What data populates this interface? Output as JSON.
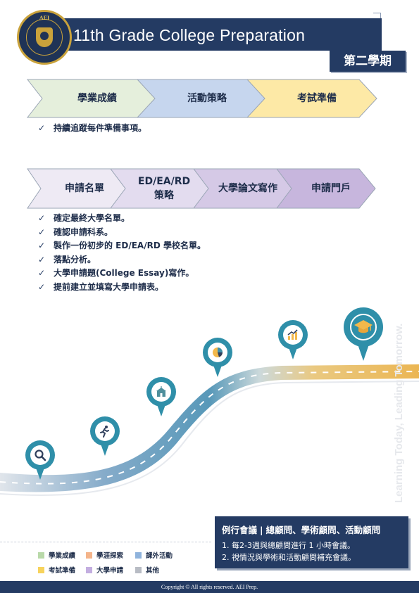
{
  "header": {
    "title": "11th Grade College Preparation",
    "semester_badge": "第二學期",
    "logo_text": "AEI"
  },
  "stage1": {
    "chevrons": [
      {
        "label": "學業成績",
        "color": "#e5efdc"
      },
      {
        "label": "活動策略",
        "color": "#c6d6ee"
      },
      {
        "label": "考試準備",
        "color": "#fde9a6"
      }
    ],
    "checklist": [
      "持續追蹤每件準備事項。"
    ]
  },
  "stage2": {
    "chevrons": [
      {
        "label": "申請名單",
        "color": "#eeeaf4"
      },
      {
        "label": "ED/EA/RD\n策略",
        "color": "#e3dcef"
      },
      {
        "label": "大學論文寫作",
        "color": "#d5c9e6"
      },
      {
        "label": "申請門戶",
        "color": "#c7b6dd"
      }
    ],
    "checklist": [
      "確定最終大學名單。",
      "確認申請科系。",
      "製作一份初步的 ED/EA/RD 學校名單。",
      "落點分析。",
      "大學申請題(College Essay)寫作。",
      "提前建立並填寫大學申請表。"
    ]
  },
  "roadmap": {
    "milestone_icons": [
      "search-icon",
      "runner-icon",
      "school-building-icon",
      "pie-chart-icon",
      "growth-chart-icon",
      "graduation-cap-icon"
    ],
    "watermark": "Learning Today, Leading Tomorrow."
  },
  "meeting": {
    "title_left": "例行會議",
    "separator": "|",
    "title_right": "總顧問、學術顧問、活動顧問",
    "items": [
      "1. 每2-3週與總顧問進行 1 小時會議。",
      "2. 視情況與學術和活動顧問補充會議。"
    ]
  },
  "legend": [
    {
      "label": "學業成績",
      "color": "#b9d9a9"
    },
    {
      "label": "學涯探索",
      "color": "#f4b48a"
    },
    {
      "label": "課外活動",
      "color": "#8fb3dc"
    },
    {
      "label": "考試準備",
      "color": "#f7d35c"
    },
    {
      "label": "大學申請",
      "color": "#c3aee0"
    },
    {
      "label": "其他",
      "color": "#b8bcc4"
    }
  ],
  "footer": {
    "copyright": "Copyright © All rights reserved. AEI Prep."
  }
}
